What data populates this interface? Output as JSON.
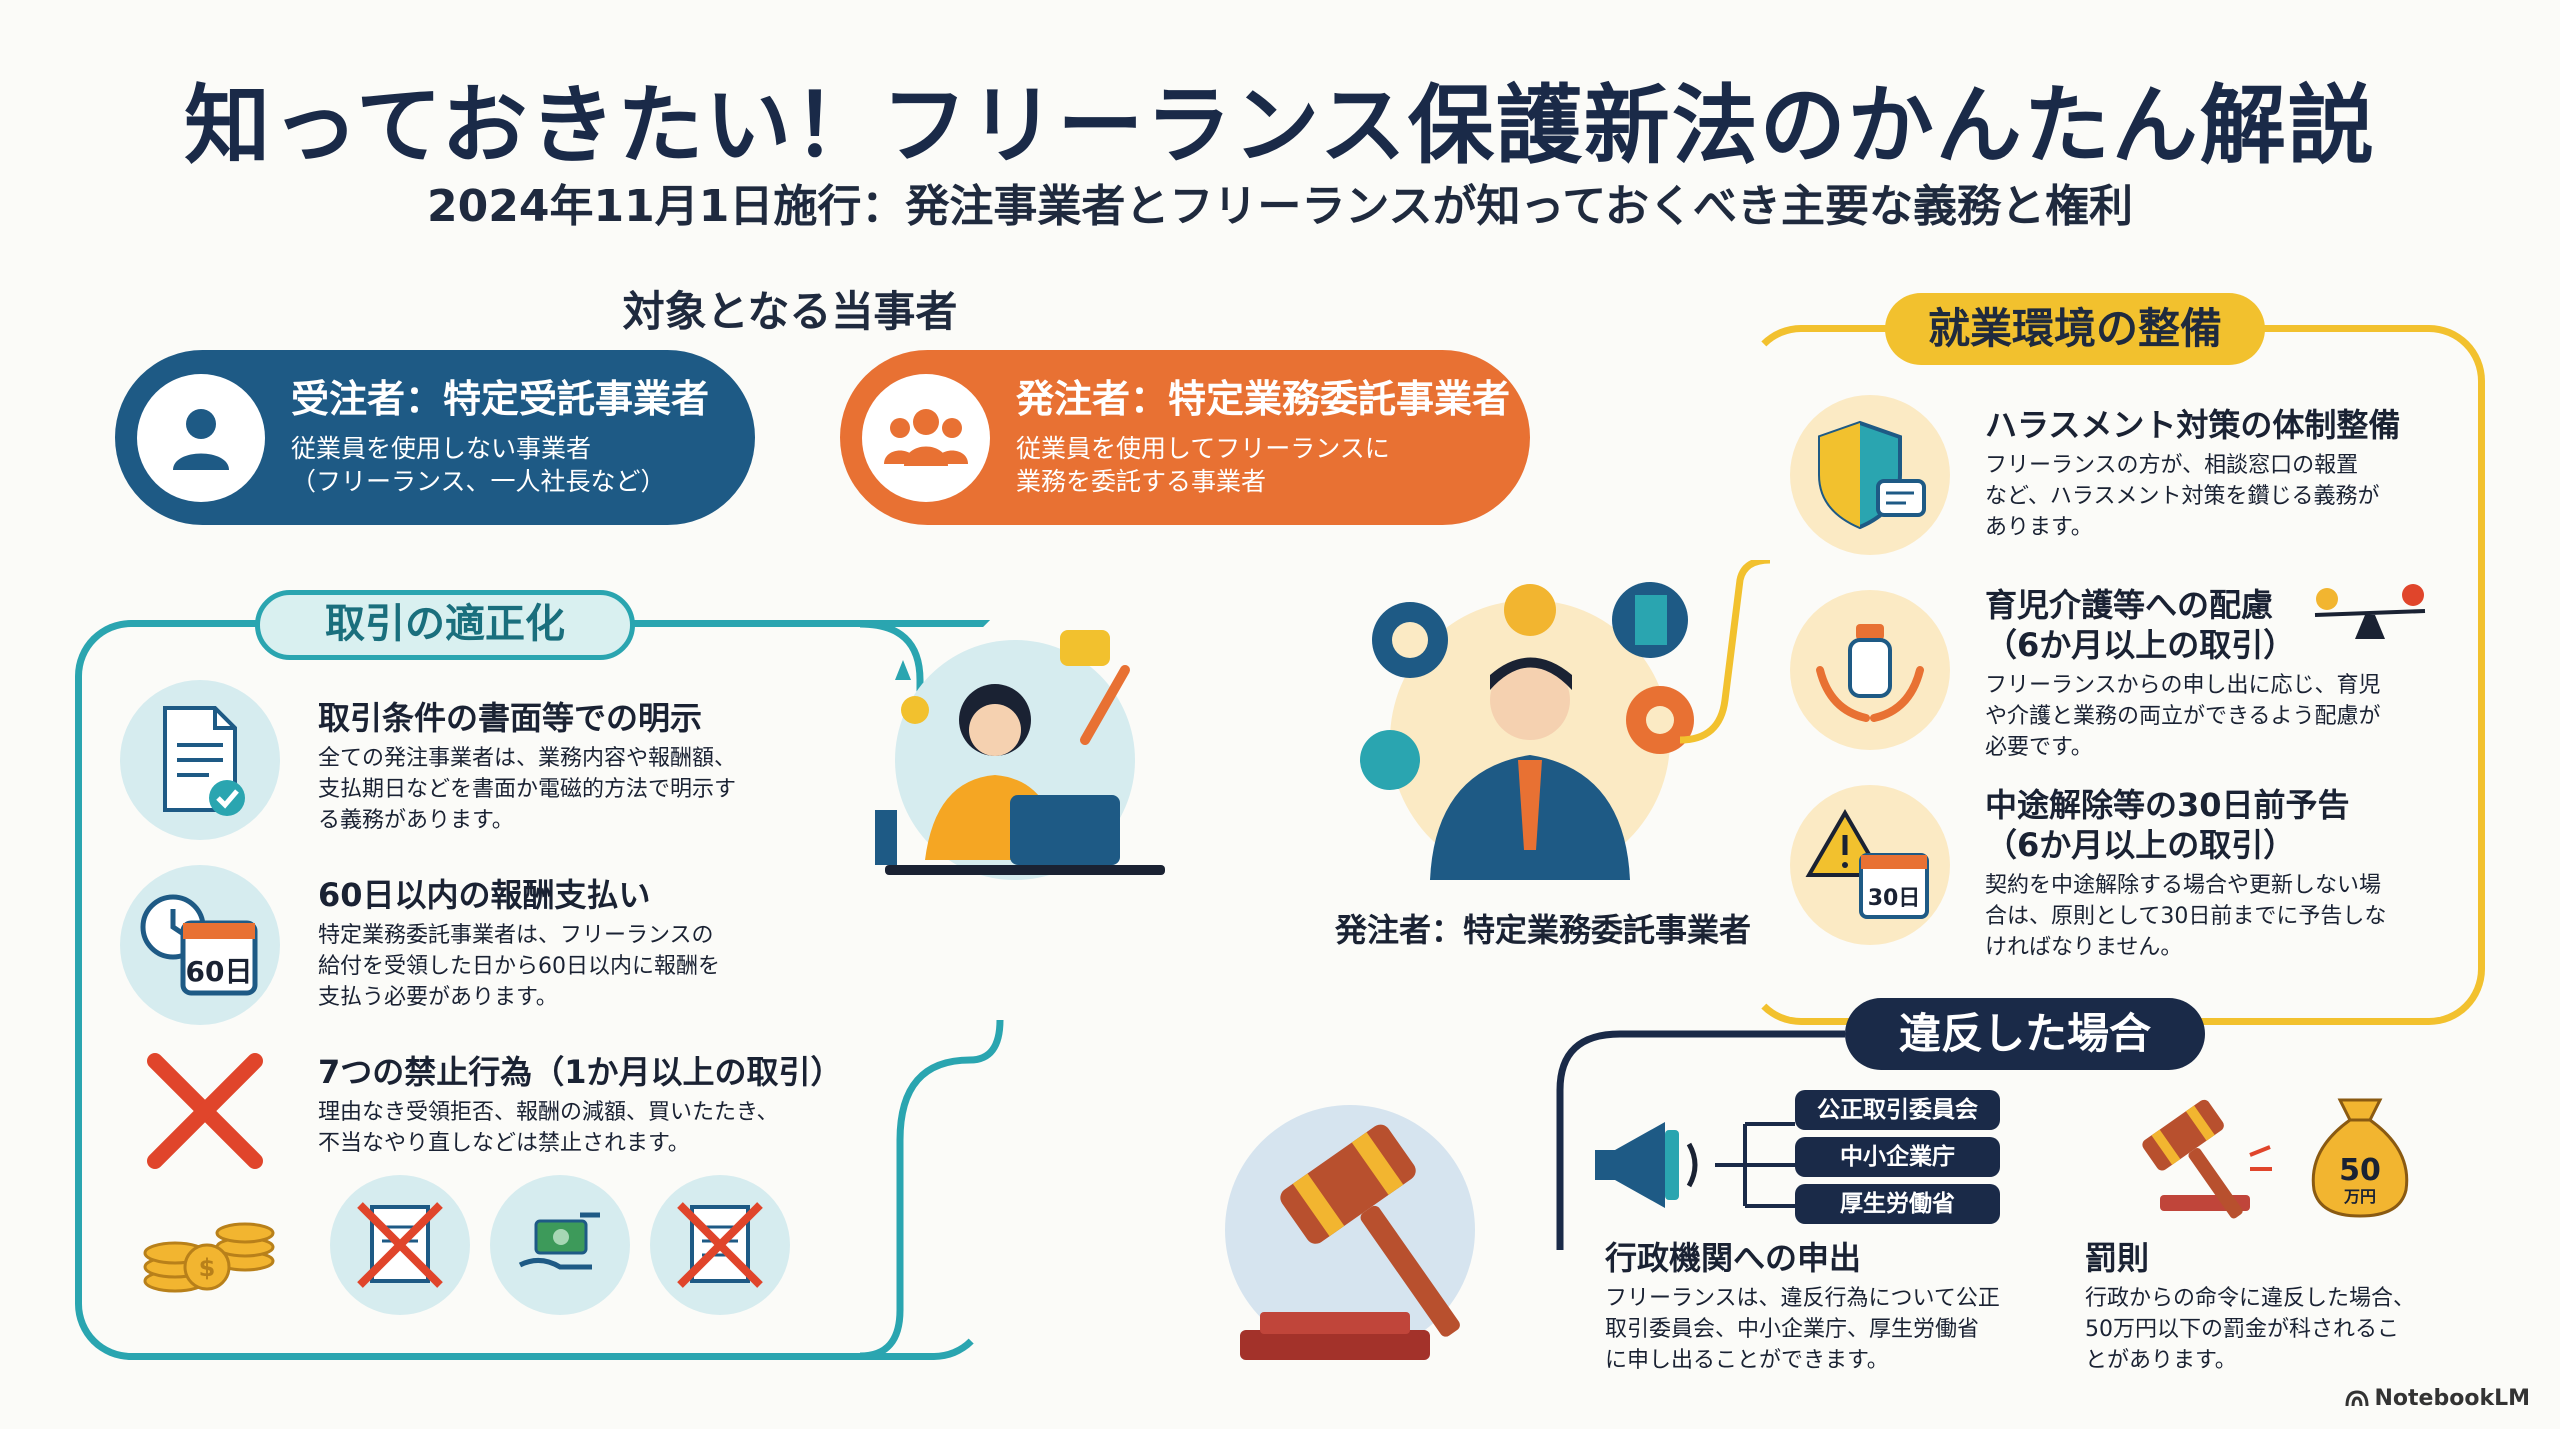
{
  "header": {
    "title": "知っておきたい！フリーランス保護新法のかんたん解説",
    "subtitle": "2024年11月1日施行：発注事業者とフリーランスが知っておくべき主要な義務と権利"
  },
  "parties": {
    "heading": "対象となる当事者",
    "contractor": {
      "title": "受注者：特定受託事業者",
      "desc_line1": "従業員を使用しない事業者",
      "desc_line2": "（フリーランス、一人社長など）"
    },
    "client": {
      "title": "発注者：特定業務委託事業者",
      "desc_line1": "従業員を使用してフリーランスに",
      "desc_line2": "業務を委託する事業者"
    }
  },
  "fair_trade": {
    "tag": "取引の適正化",
    "items": [
      {
        "title": "取引条件の書面等での明示",
        "desc_line1": "全ての発注事業者は、業務内容や報酬額、",
        "desc_line2": "支払期日などを書面か電磁的方法で明示す",
        "desc_line3": "る義務があります。"
      },
      {
        "title": "60日以内の報酬支払い",
        "desc_line1": "特定業務委託事業者は、フリーランスの",
        "desc_line2": "給付を受領した日から60日以内に報酬を",
        "desc_line3": "支払う必要があります。",
        "icon_text": "60日"
      },
      {
        "title": "7つの禁止行為（1か月以上の取引）",
        "desc_line1": "理由なき受領拒否、報酬の減額、買いたたき、",
        "desc_line2": "不当なやり直しなどは禁止されます。"
      }
    ]
  },
  "center": {
    "client_caption": "発注者：特定業務委託事業者"
  },
  "work_env": {
    "tag": "就業環境の整備",
    "items": [
      {
        "title": "ハラスメント対策の体制整備",
        "desc_line1": "フリーランスの方が、相談窓口の報置",
        "desc_line2": "など、ハラスメント対策を鑽じる義務が",
        "desc_line3": "あります。"
      },
      {
        "title_line1": "育児介護等への配慮",
        "title_line2": "（6か月以上の取引）",
        "desc_line1": "フリーランスからの申し出に応じ、育児",
        "desc_line2": "や介護と業務の両立ができるよう配慮が",
        "desc_line3": "必要です。"
      },
      {
        "title_line1": "中途解除等の30日前予告",
        "title_line2": "（6か月以上の取引）",
        "desc_line1": "契約を中途解除する場合や更新しない場",
        "desc_line2": "合は、原則として30日前までに予告しな",
        "desc_line3": "ければなりません。",
        "icon_text": "30日"
      }
    ]
  },
  "violation": {
    "tag": "違反した場合",
    "orgs": [
      "公正取引委員会",
      "中小企業庁",
      "厚生労働省"
    ],
    "report": {
      "title": "行政機関への申出",
      "desc_line1": "フリーランスは、違反行為について公正",
      "desc_line2": "取引委員会、中小企業庁、厚生労働省",
      "desc_line3": "に申し出ることができます。"
    },
    "penalty": {
      "title": "罰則",
      "desc_line1": "行政からの命令に違反した場合、",
      "desc_line2": "50万円以下の罰金が科されるこ",
      "desc_line3": "とがあります。",
      "bag_amount": "50",
      "bag_unit": "万円"
    }
  },
  "watermark": "NotebookLM",
  "colors": {
    "navy": "#1a2a48",
    "blue": "#1e5a85",
    "orange": "#e87133",
    "teal": "#2aa5b0",
    "yellow": "#f2c12e"
  }
}
